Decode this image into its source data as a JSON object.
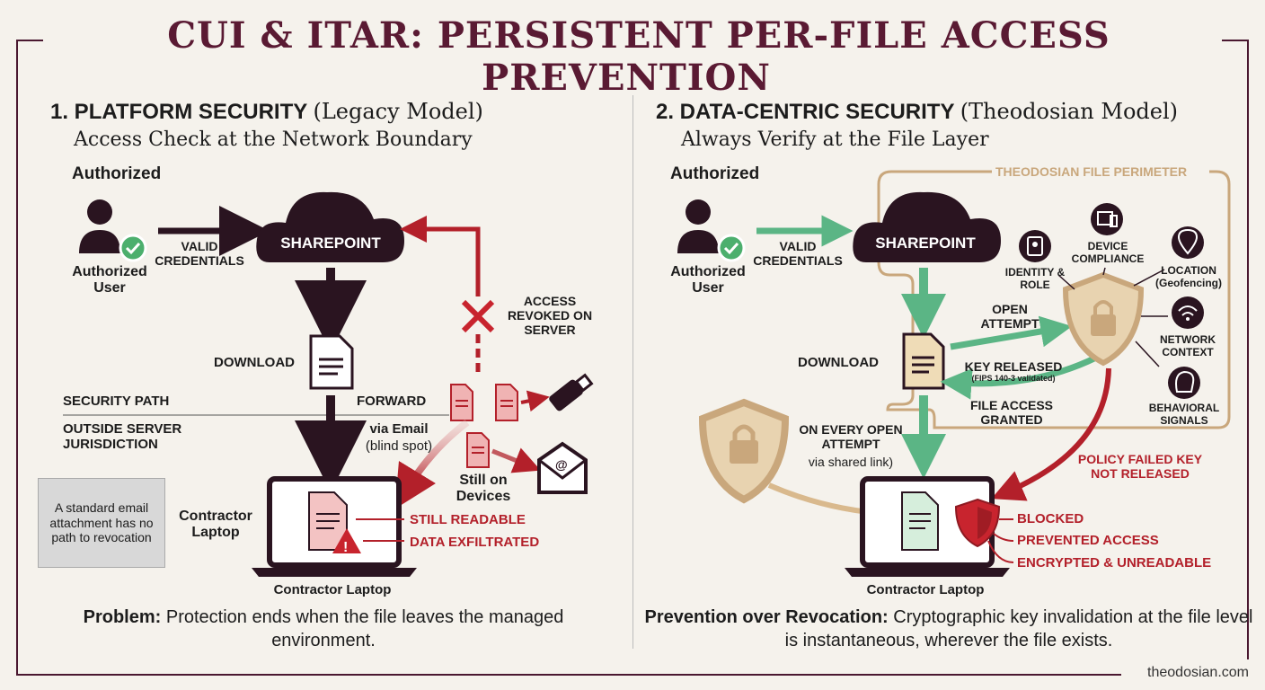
{
  "title": "CUI & ITAR: PERSISTENT PER-FILE ACCESS PREVENTION",
  "left": {
    "heading_bold": "1. PLATFORM SECURITY",
    "heading_light": "(Legacy Model)",
    "subheading": "Access Check at the Network Boundary",
    "authorized": "Authorized",
    "user_label": "Authorized User",
    "valid_credentials": "VALID CREDENTIALS",
    "sharepoint": "SHAREPOINT",
    "access_revoked": "ACCESS REVOKED ON SERVER",
    "download": "DOWNLOAD",
    "security_path": "SECURITY PATH",
    "outside_server": "OUTSIDE SERVER JURISDICTION",
    "forward": "FORWARD",
    "via_email": "via Email",
    "blind_spot": "(blind spot)",
    "still_on_devices": "Still on Devices",
    "contractor_laptop_side": "Contractor Laptop",
    "contractor_laptop": "Contractor Laptop",
    "still_readable": "STILL READABLE",
    "data_exfiltrated": "DATA EXFILTRATED",
    "note": "A standard email attachment has no path to revocation",
    "problem_bold": "Problem:",
    "problem_text": "Protection ends when the file leaves the managed environment."
  },
  "right": {
    "heading_bold": "2. DATA-CENTRIC SECURITY",
    "heading_light": "(Theodosian Model)",
    "subheading": "Always Verify at the File Layer",
    "authorized": "Authorized",
    "user_label": "Authorized User",
    "valid_credentials": "VALID CREDENTIALS",
    "sharepoint": "SHAREPOINT",
    "perimeter": "THEODOSIAN FILE PERIMETER",
    "identity": "IDENTITY & ROLE",
    "device": "DEVICE COMPLIANCE",
    "location": "LOCATION (Geofencing)",
    "network": "NETWORK CONTEXT",
    "behavioral": "BEHAVIORAL SIGNALS",
    "open_attempt": "OPEN ATTEMPT",
    "key_released": "KEY RELEASED",
    "fips": "(FIPS 140-3 validated)",
    "file_access_granted": "FILE ACCESS GRANTED",
    "download": "DOWNLOAD",
    "on_every": "ON EVERY OPEN ATTEMPT",
    "via_shared": "via shared link)",
    "policy_failed": "POLICY FAILED KEY NOT RELEASED",
    "blocked": "BLOCKED",
    "prevented": "PREVENTED ACCESS",
    "encrypted": "ENCRYPTED & UNREADABLE",
    "contractor_laptop": "Contractor Laptop",
    "bottom_bold": "Prevention over Revocation:",
    "bottom_text": "Cryptographic key invalidation at the file level is instantaneous, wherever the file exists."
  },
  "footer": "theodosian.com",
  "colors": {
    "maroon": "#5a1a33",
    "red": "#b3202a",
    "green": "#5bb585",
    "tan": "#c9a77c",
    "dark": "#2a1420"
  }
}
